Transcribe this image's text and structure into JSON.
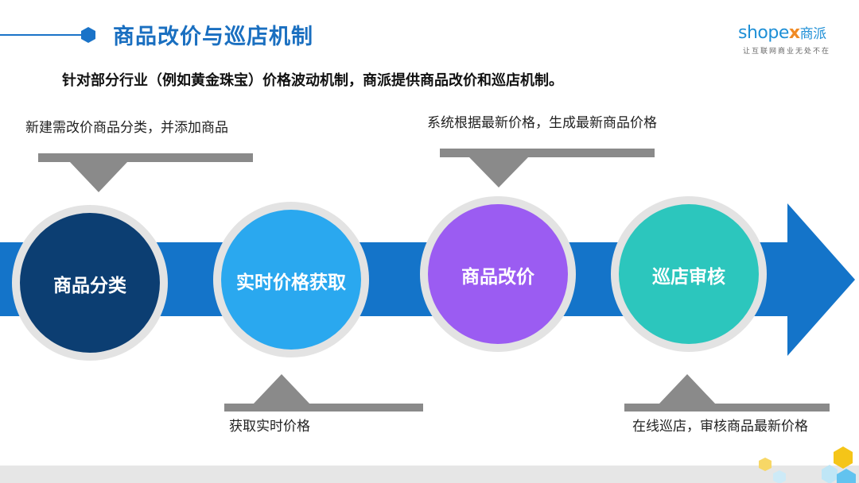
{
  "header": {
    "title": "商品改价与巡店机制",
    "subtitle": "针对部分行业（例如黄金珠宝）价格波动机制，商派提供商品改价和巡店机制。"
  },
  "logo": {
    "text_pre": "shope",
    "text_x": "x",
    "text_cn": "商派",
    "slogan": "让互联网商业无处不在"
  },
  "steps": [
    {
      "label": "商品分类",
      "color": "#0c3e72"
    },
    {
      "label": "实时价格获取",
      "color": "#2aa8ef"
    },
    {
      "label": "商品改价",
      "color": "#9b5cf2"
    },
    {
      "label": "巡店审核",
      "color": "#2cc6bd"
    }
  ],
  "notes": {
    "top1": "新建需改价商品分类，并添加商品",
    "top2": "系统根据最新价格，生成最新商品价格",
    "bottom1": "获取实时价格",
    "bottom2": "在线巡店，审核商品最新价格"
  },
  "colors": {
    "arrow": "#1474c9",
    "callout": "#8a8a8a",
    "title": "#1a6fc0"
  }
}
